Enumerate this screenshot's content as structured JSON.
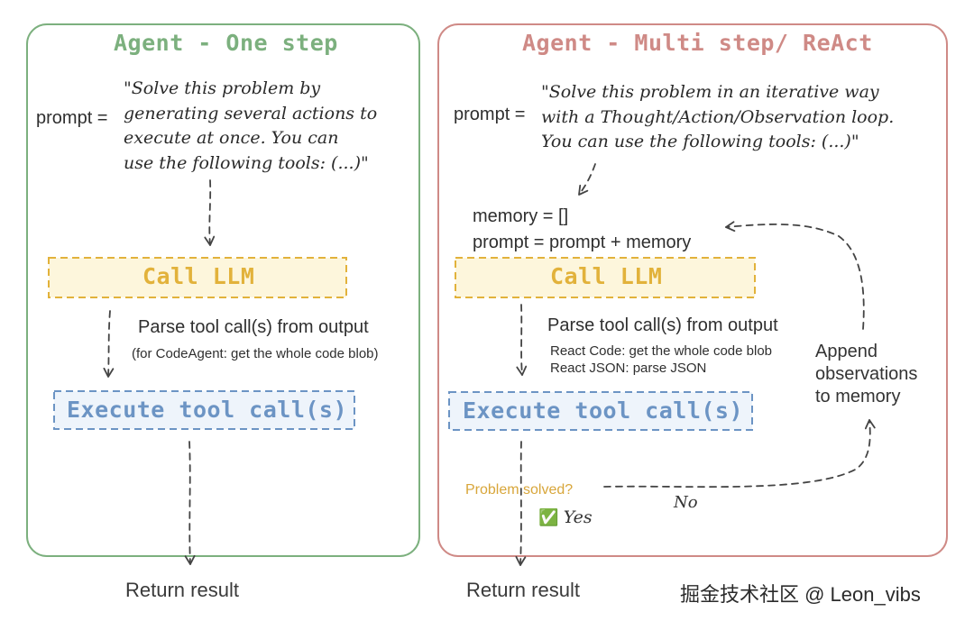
{
  "colors": {
    "left_panel": "#7cb07e",
    "right_panel": "#cf8a86",
    "llm": "#e2b23b",
    "execute": "#6c94c4",
    "problem": "#d8a63a",
    "check": "#34b14a"
  },
  "left": {
    "title": "Agent - One step",
    "prompt_label": "prompt =",
    "prompt_text": "\"Solve this problem by\ngenerating several actions to\nexecute at once. You can\nuse the following tools: (...)\"",
    "call_llm": "Call LLM",
    "parse": "Parse tool call(s) from output",
    "parse_note": "(for CodeAgent: get the whole code blob)",
    "execute": "Execute tool call(s)",
    "return": "Return result"
  },
  "right": {
    "title": "Agent - Multi step/ ReAct",
    "prompt_label": "prompt =",
    "prompt_text": "\"Solve this problem in an iterative way\nwith a Thought/Action/Observation loop.\nYou can use the following tools: (...)\"",
    "memory_init": "memory = []",
    "prompt_memory": "prompt = prompt + memory",
    "call_llm": "Call LLM",
    "parse": "Parse tool call(s) from output",
    "react_code": "React Code: get the whole code blob",
    "react_json": "React JSON: parse JSON",
    "execute": "Execute tool call(s)",
    "problem_solved": "Problem solved?",
    "check_icon": "✅",
    "yes": "Yes",
    "no": "No",
    "append": "Append\nobservations\nto memory",
    "return": "Return result"
  },
  "watermark": "掘金技术社区 @ Leon_vibs"
}
